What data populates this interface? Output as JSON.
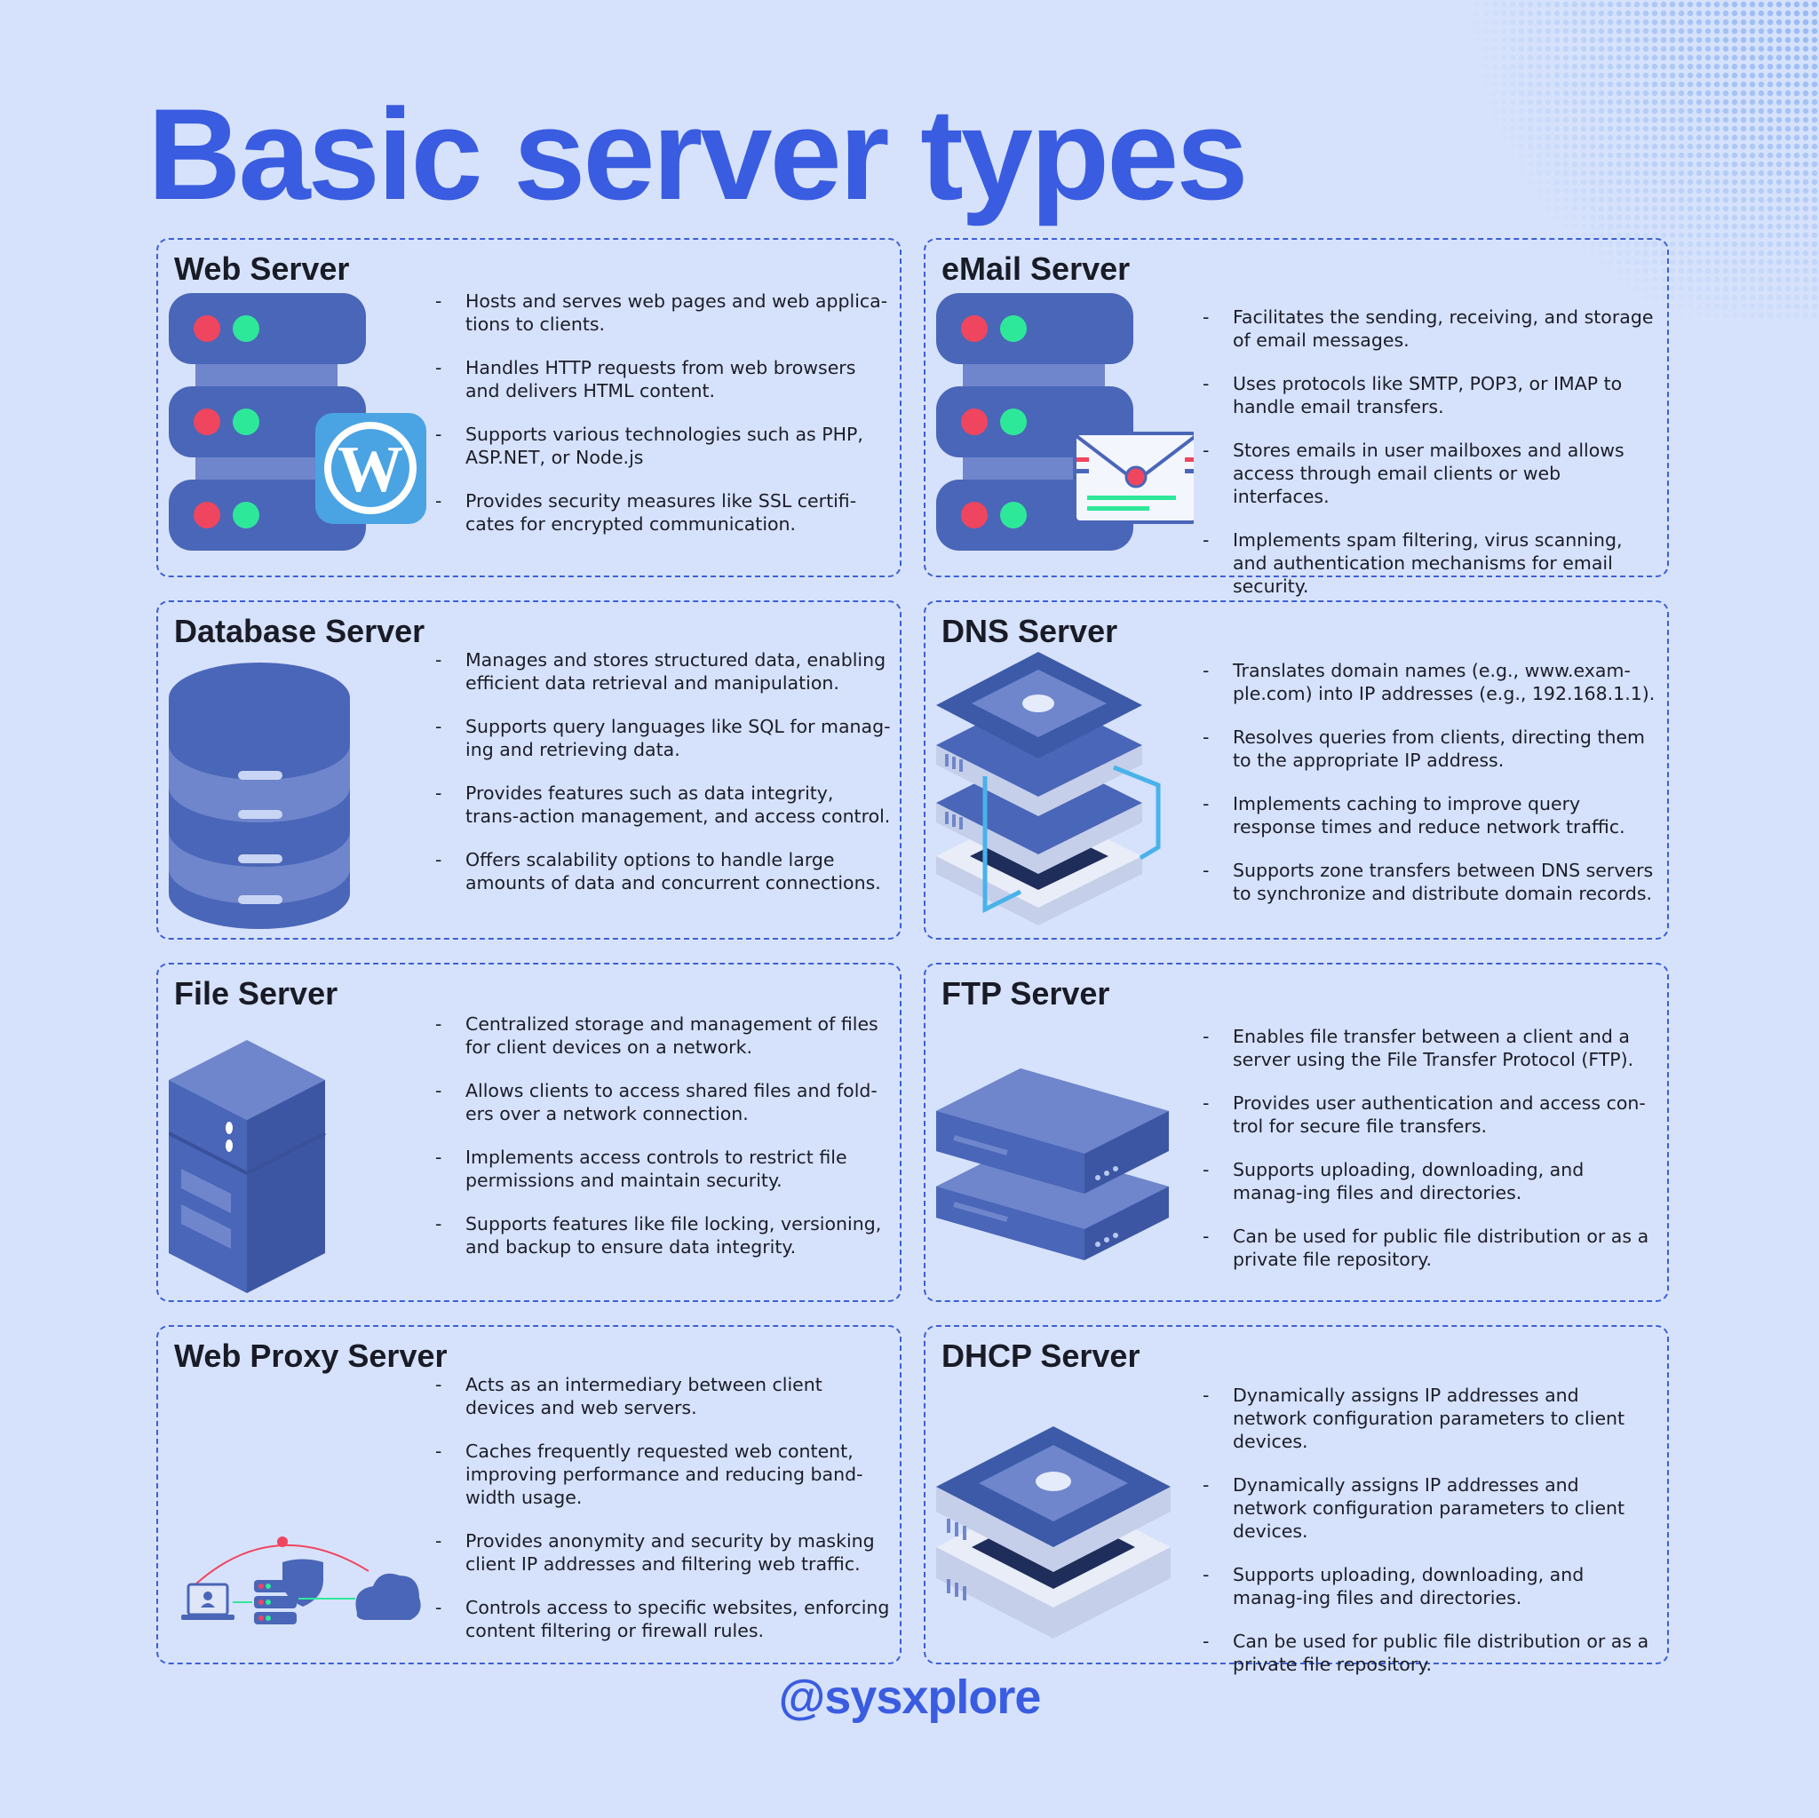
{
  "title": "Basic server types",
  "handle": "@sysxplore",
  "colors": {
    "accent": "#3a5ce0",
    "server_blue": "#4a66b8",
    "background": "#d6e2fb"
  },
  "cards": [
    {
      "name": "Web Server",
      "icon": "web-server-wordpress-icon",
      "points": [
        "Hosts and serves web pages and web applica-tions to clients.",
        "Handles HTTP requests from web browsers and delivers HTML content.",
        "Supports various technologies such as PHP, ASP.NET, or Node.js",
        "Provides security measures like SSL certifi-cates for encrypted communication."
      ]
    },
    {
      "name": "eMail Server",
      "icon": "email-server-envelope-icon",
      "points": [
        "Facilitates the sending, receiving, and storage of email messages.",
        "Uses protocols like SMTP, POP3, or IMAP to handle email transfers.",
        "Stores emails in user mailboxes and allows access through email clients or web interfaces.",
        "Implements spam filtering, virus scanning, and authentication mechanisms for email security."
      ]
    },
    {
      "name": "Database Server",
      "icon": "database-cylinder-icon",
      "points": [
        "Manages and stores structured data, enabling efficient data retrieval and manipulation.",
        "Supports query languages like SQL for manag-ing and retrieving data.",
        "Provides features such as data integrity, trans-action management, and access control.",
        "Offers scalability options to handle large amounts of data and concurrent connections."
      ]
    },
    {
      "name": "DNS Server",
      "icon": "dns-server-stack-icon",
      "points": [
        "Translates domain names (e.g., www.exam-ple.com) into IP addresses (e.g., 192.168.1.1).",
        "Resolves queries from clients, directing them to the appropriate IP address.",
        "Implements caching to improve query response times and reduce network traffic.",
        "Supports zone transfers between DNS servers to synchronize and distribute domain records."
      ]
    },
    {
      "name": "File Server",
      "icon": "file-server-tower-icon",
      "points": [
        "Centralized storage and management of files for client devices on a network.",
        "Allows clients to access shared files and fold-ers over a network connection.",
        "Implements access controls to restrict file permissions and maintain security.",
        "Supports features like file locking, versioning, and backup to ensure data integrity."
      ]
    },
    {
      "name": "FTP Server",
      "icon": "ftp-server-stack-icon",
      "points": [
        "Enables file transfer between a client and a server using the File Transfer Protocol (FTP).",
        "Provides user authentication and access con-trol for secure file transfers.",
        "Supports uploading, downloading, and manag-ing files and directories.",
        "Can be used for public file distribution or as a private file repository."
      ]
    },
    {
      "name": "Web Proxy Server",
      "icon": "web-proxy-network-icon",
      "points": [
        "Acts as an intermediary between client devices and web servers.",
        "Caches frequently requested web content, improving performance and reducing band-width usage.",
        "Provides anonymity and security by masking client IP addresses and filtering web traffic.",
        "Controls access to specific websites, enforcing content filtering or firewall rules."
      ]
    },
    {
      "name": "DHCP Server",
      "icon": "dhcp-server-stack-icon",
      "points": [
        "Dynamically assigns IP addresses and network configuration parameters to client devices.",
        "Dynamically assigns IP addresses and network configuration parameters to client devices.",
        "Supports uploading, downloading, and manag-ing files and directories.",
        "Can be used for public file distribution or as a private file repository."
      ]
    }
  ]
}
